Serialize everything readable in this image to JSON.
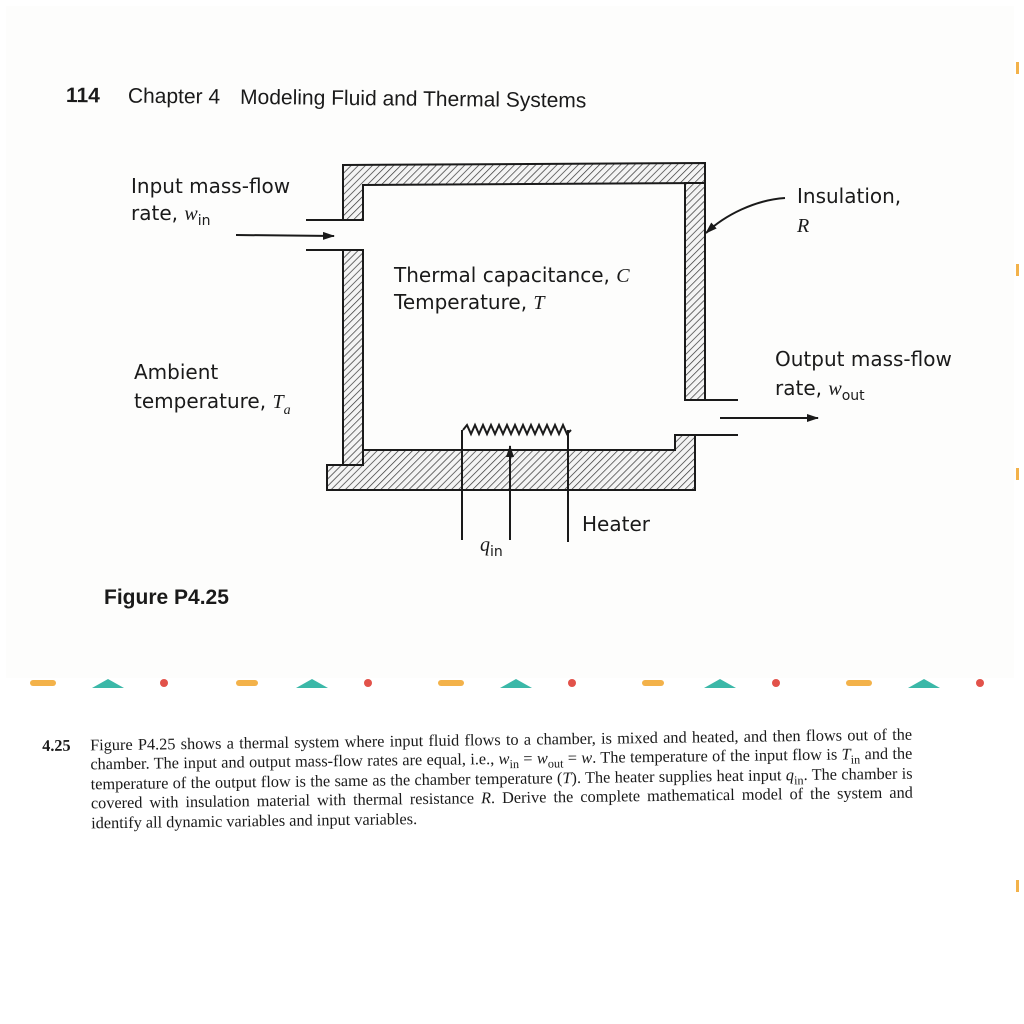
{
  "header": {
    "page_number": "114",
    "chapter": "Chapter 4",
    "title": "Modeling Fluid and Thermal Systems"
  },
  "figure": {
    "caption": "Figure P4.25",
    "labels": {
      "input_flow_1": "Input mass-flow",
      "input_flow_2": "rate, ",
      "input_flow_var": "w",
      "input_flow_sub": "in",
      "insulation_1": "Insulation,",
      "insulation_var": "R",
      "capacitance": "Thermal capacitance, ",
      "capacitance_var": "C",
      "temperature": "Temperature, ",
      "temperature_var": "T",
      "ambient_1": "Ambient",
      "ambient_2": "temperature, ",
      "ambient_var": "T",
      "ambient_sub": "a",
      "output_flow_1": "Output mass-flow",
      "output_flow_2": "rate, ",
      "output_flow_var": "w",
      "output_flow_sub": "out",
      "heater": "Heater",
      "heat_input_var": "q",
      "heat_input_sub": "in"
    }
  },
  "problem": {
    "number": "4.25",
    "t1": "Figure P4.25 shows a thermal system where input fluid flows to a chamber, is mixed and heated, and then flows out of the chamber. The input and output mass-flow rates are equal, i.e., ",
    "v1": "w",
    "s1": "in",
    "t2": " = ",
    "v2": "w",
    "s2": "out",
    "t3": " = ",
    "v3": "w",
    "t4": ". The temperature of the input flow is ",
    "v4": "T",
    "s4": "in",
    "t5": " and the temperature of the output flow is the same as the chamber temperature (",
    "v5": "T",
    "t6": "). The heater supplies heat input ",
    "v6": "q",
    "s6": "in",
    "t7": ". The chamber is covered with insulation material with thermal resistance ",
    "v7": "R",
    "t8": ". Derive the complete mathematical model of the system and identify all dynamic variables and input variables."
  }
}
